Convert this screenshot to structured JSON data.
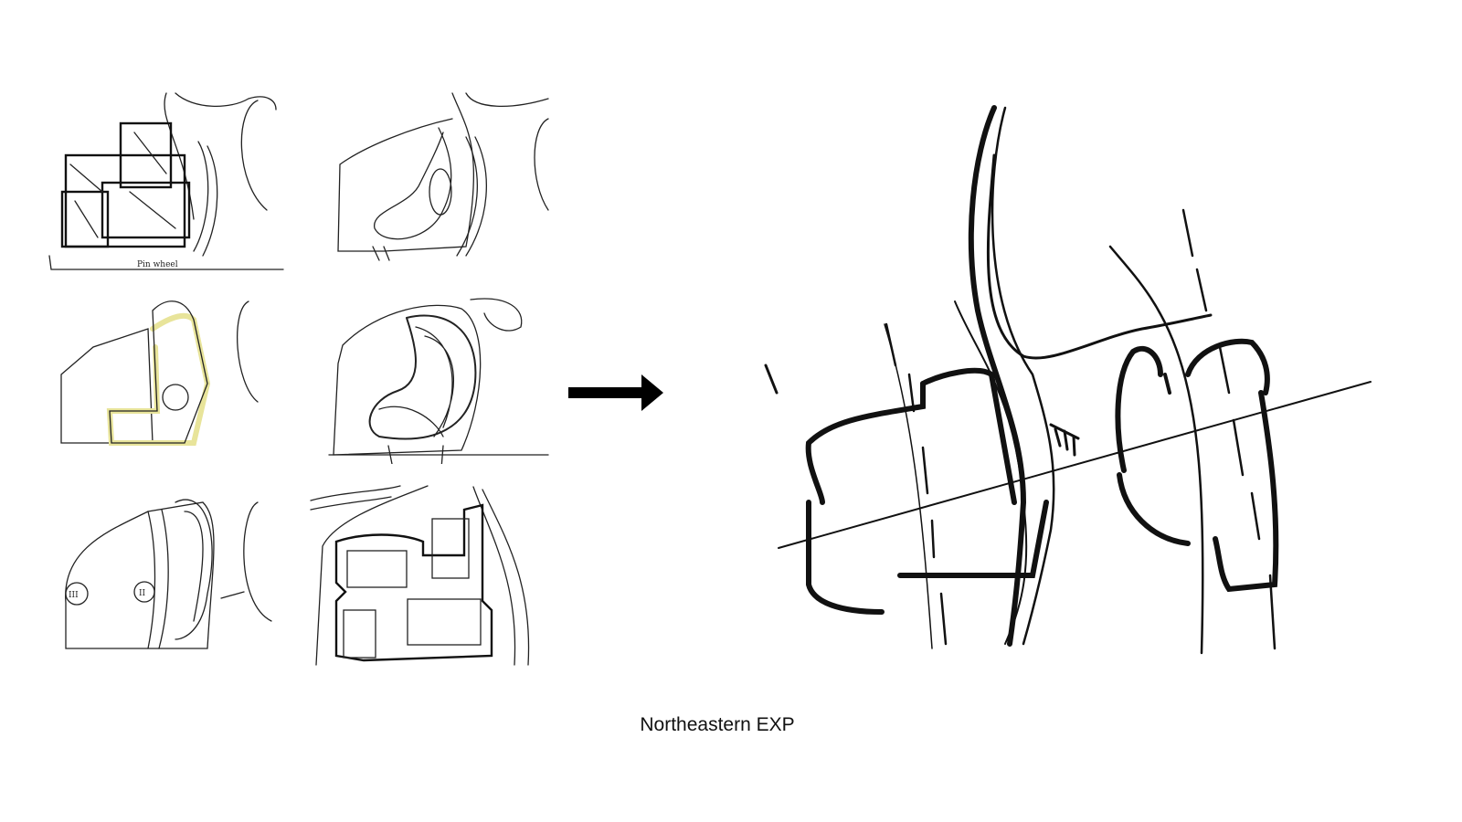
{
  "slide": {
    "caption": "Northeastern EXP",
    "sketches": [
      {
        "label": "Pin wheel"
      },
      {
        "label": ""
      },
      {
        "label": ""
      },
      {
        "label": ""
      },
      {
        "labels": [
          "III",
          "II"
        ]
      },
      {
        "label": ""
      }
    ],
    "arrow_icon": "right-arrow-icon",
    "ink_color": "#111111",
    "highlight_color": "#e8e49a"
  }
}
